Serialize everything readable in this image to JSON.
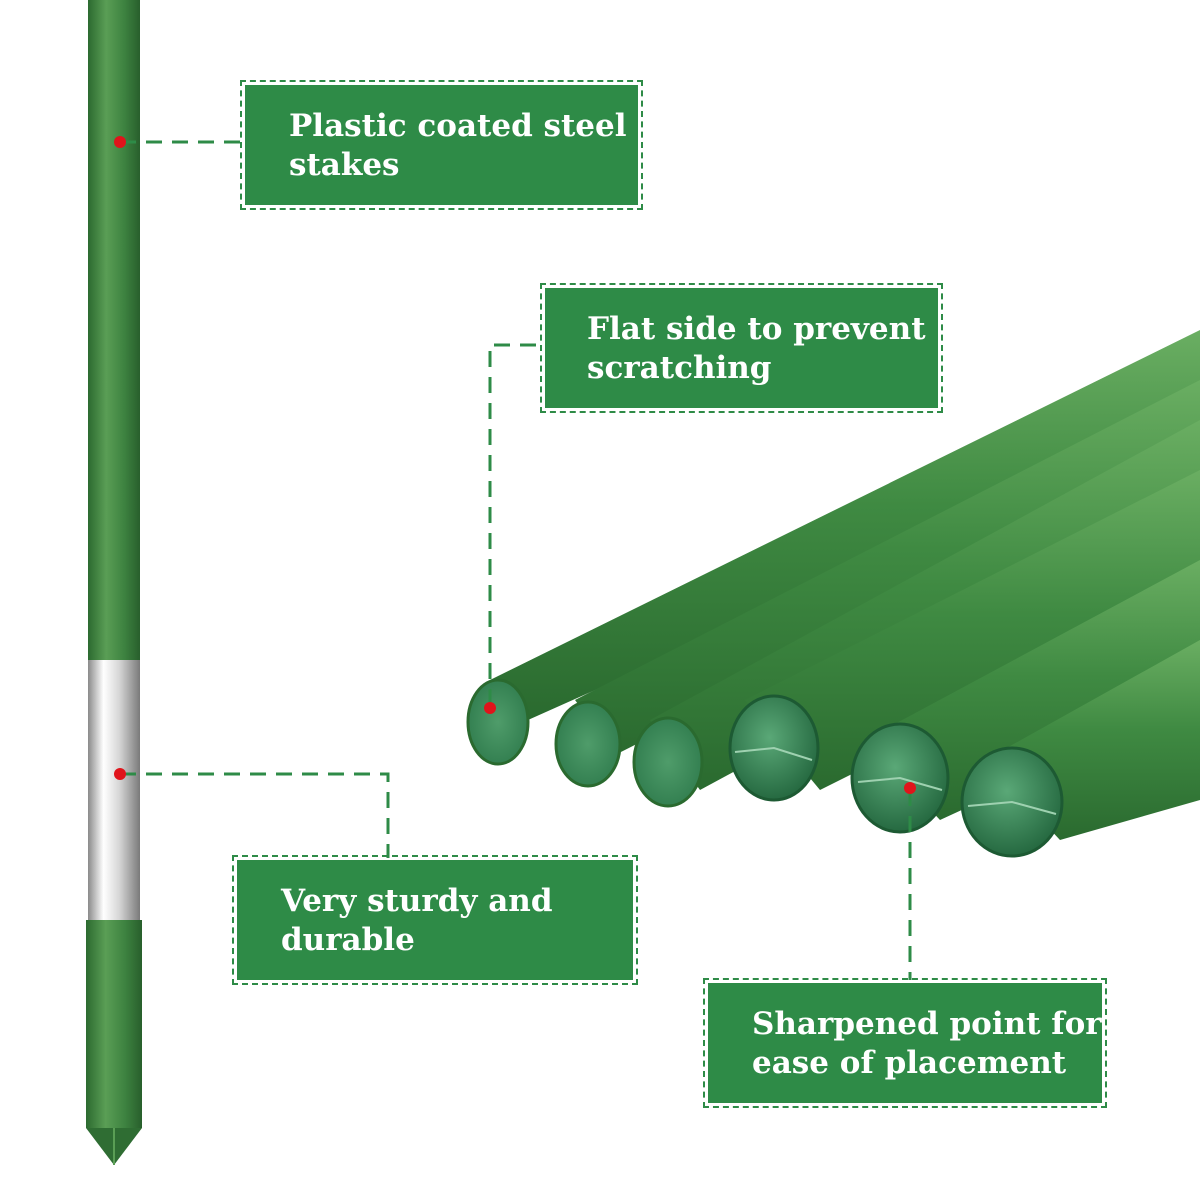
{
  "callouts": {
    "plastic_coated": "Plastic coated steel stakes",
    "flat_side": "Flat side to prevent scratching",
    "sturdy": "Very sturdy and durable",
    "sharpened": "Sharpened point for ease of placement"
  },
  "colors": {
    "callout_green": "#2e8b47",
    "stake_green": "#3f8a42",
    "marker_red": "#e0141b",
    "steel": "#c9c9c9"
  }
}
